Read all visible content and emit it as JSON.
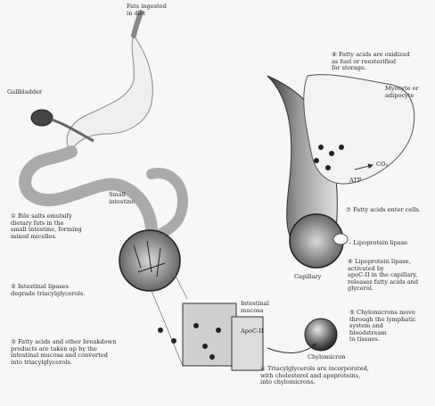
{
  "title": "Fats ingested\nin diet",
  "labels": {
    "gallbladder": "Gallbladder",
    "small_intestine": "Small\nintestine",
    "intestinal_mucosa": "Intestinal\nmucosa",
    "myocyte": "Myocyte or\nadipocyte",
    "co2": "CO₂",
    "atp": "ATP",
    "lipoprotein_lipase": "– Lipoprotein lipase",
    "capillary": "Capillary",
    "chylomicron": "Chylomicron",
    "apoc2": "ApoC-II"
  },
  "steps": [
    {
      "num": "①",
      "text": "Bile salts emulsify\ndietary fats in the\nsmall intestine, forming\nmixed micelles."
    },
    {
      "num": "②",
      "text": "Intestinal lipases\ndegrade triacylglycerols."
    },
    {
      "num": "③",
      "text": "Fatty acids and other breakdown\nproducts are taken up by the\nintestinal mucosa and converted\ninto triacylglycerols."
    },
    {
      "num": "④",
      "text": "Triacylglycerols are incorporated,\nwith cholesterol and apoproteins,\ninto chylomicrons."
    },
    {
      "num": "⑤",
      "text": "Chylomicrons move\nthrough the lymphatic\nsystem and\nbloodstream\nto tissues."
    },
    {
      "num": "⑥",
      "text": "Lipoprotein lipase,\nactivated by\napoC-II in the capillary,\nreleases fatty acids and\nglycerol."
    },
    {
      "num": "⑦",
      "text": "Fatty acids enter cells."
    },
    {
      "num": "⑧",
      "text": "Fatty acids are oxidized\nas fuel or reesterified\nfor storage."
    }
  ],
  "colors": {
    "ink": "#2a2a2a",
    "shade": "#7a7a7a",
    "paper": "#f7f7f5"
  }
}
